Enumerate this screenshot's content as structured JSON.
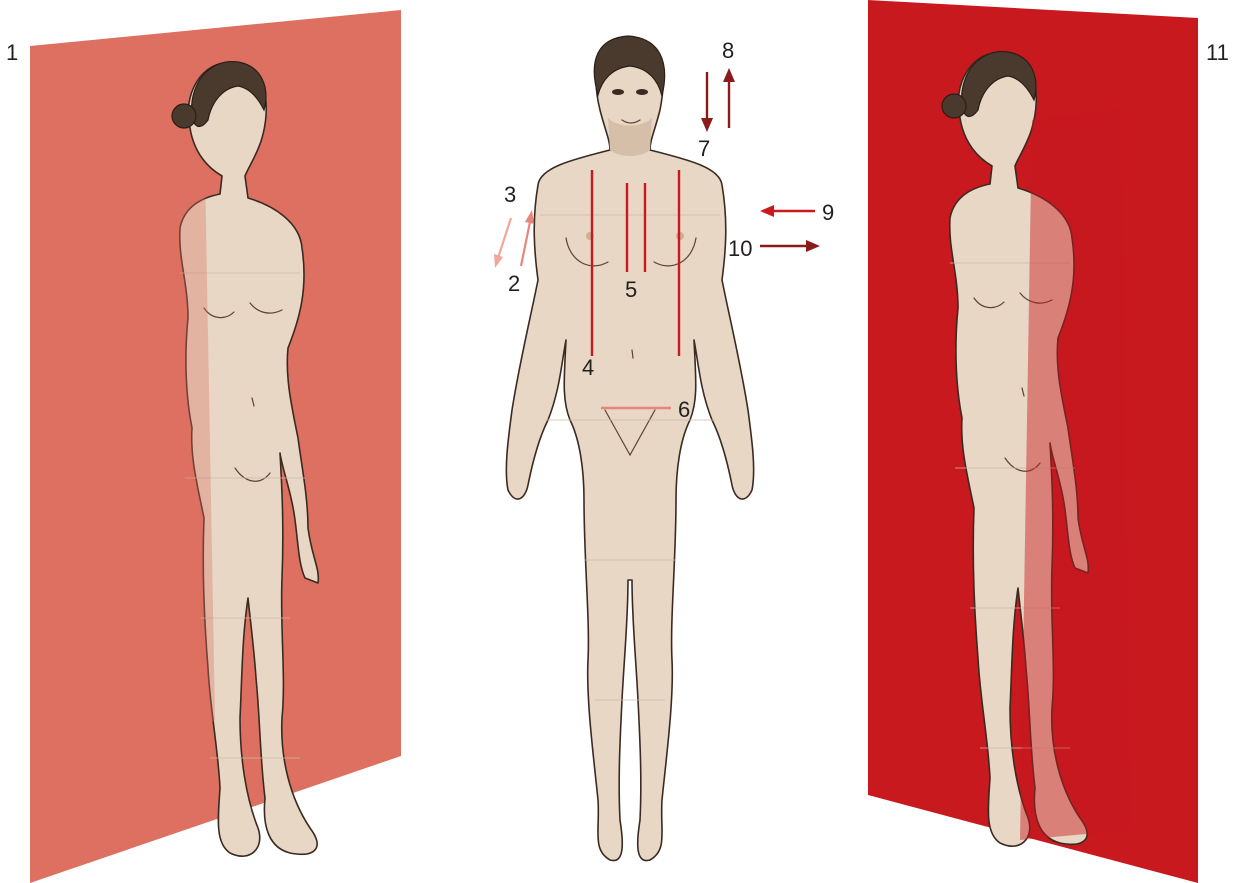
{
  "labels": {
    "l1": "1",
    "l2": "2",
    "l3": "3",
    "l4": "4",
    "l5": "5",
    "l6": "6",
    "l7": "7",
    "l8": "8",
    "l9": "9",
    "l10": "10",
    "l11": "11"
  },
  "colors": {
    "sagittal_plane": "#dd7060",
    "median_plane": "#c8191f",
    "line_red": "#c8191f",
    "line_salmon": "#e8857a",
    "arrow_dark": "#8b1a1a",
    "skin": "#e7d7c4"
  }
}
